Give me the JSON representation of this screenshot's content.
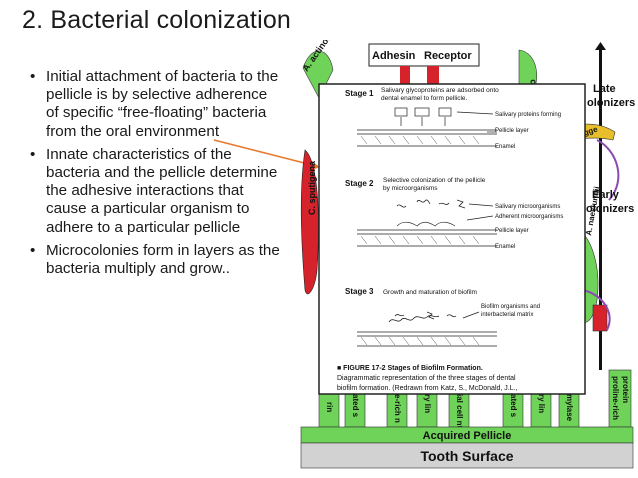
{
  "slide": {
    "title": "2. Bacterial colonization",
    "bullets": [
      "Initial attachment of bacteria to the pellicle is by selective adherence of specific “free-floating” bacteria from the oral environment",
      "Innate characteristics of the bacteria and the pellicle determine the adhesive interactions that cause a particular organism to adhere to a particular pellicle",
      "Microcolonies form in layers as the bacteria multiply and grow.."
    ]
  },
  "figure": {
    "adhesin_label": "Adhesin",
    "receptor_label": "Receptor",
    "late_colonizers": [
      "Late",
      "olonizers"
    ],
    "early_colonizers": [
      "Early",
      "olonizers"
    ],
    "acquired_pellicle": "Acquired Pellicle",
    "tooth_surface": "Tooth Surface",
    "organism_labels": {
      "a_actinom": "A. actinom",
      "c_sputigena": "C. sputigena",
      "cola": "cola",
      "flugge": "fluegge",
      "a_naeslundii": "A. naeslundii",
      "proline_rich": [
        "proline-rich",
        "protein"
      ]
    },
    "bottom_column_labels": [
      "rin",
      "ated s",
      "e-rich n",
      "ry lin",
      "ial cell nt",
      "ated s",
      "ry lin",
      "mylase"
    ],
    "inset": {
      "stage1_title": "Stage 1",
      "stage1_text": [
        "Salivary glycoproteins are adsorbed onto",
        "dental enamel to form pellicle."
      ],
      "stage1_labels": [
        "Salivary proteins forming",
        "Pellicle layer",
        "Enamel"
      ],
      "stage2_title": "Stage 2",
      "stage2_text": [
        "Selective colonization of the pellicle",
        "by microorganisms"
      ],
      "stage2_labels": [
        "Salivary microorganisms",
        "Adherent microorganisms",
        "Pellicle layer",
        "Enamel"
      ],
      "stage3_title": "Stage 3",
      "stage3_text": "Growth and maturation of biofilm",
      "stage3_labels": [
        "Biofilm organisms and",
        "interbacterial matrix"
      ],
      "caption_title": "■ FIGURE 17-2 Stages of Biofilm Formation.",
      "caption_lines": [
        "Diagrammatic representation of the three stages of dental",
        "biofilm formation. (Redrawn from Katz, S., McDonald, J.L.,"
      ]
    }
  },
  "colors": {
    "green": "#6fd35a",
    "red": "#d6222b",
    "pellicle_gray": "#d2d2d2",
    "arrow": "#e8782e"
  }
}
